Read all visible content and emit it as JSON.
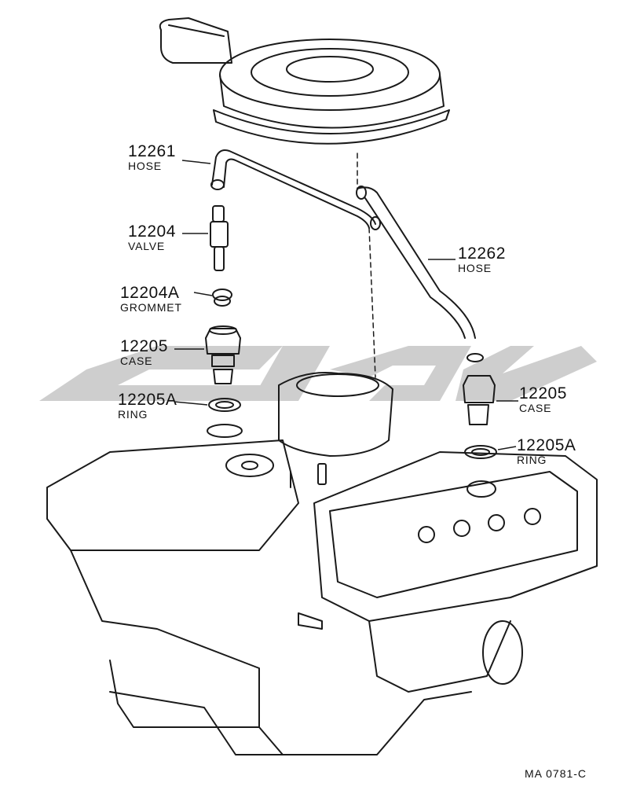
{
  "parts": [
    {
      "id": "12261",
      "name": "HOSE"
    },
    {
      "id": "12204",
      "name": "VALVE"
    },
    {
      "id": "12204A",
      "name": "GROMMET"
    },
    {
      "id": "12205",
      "name": "CASE"
    },
    {
      "id": "12205A",
      "name": "RING"
    },
    {
      "id": "12262",
      "name": "HOSE"
    },
    {
      "id": "12205",
      "name": "CASE"
    },
    {
      "id": "12205A",
      "name": "RING"
    }
  ],
  "drawing_code": "MA 0781-C",
  "colors": {
    "ink": "#1a1a1a",
    "watermark": "#c8c8c8",
    "paper": "#ffffff"
  }
}
